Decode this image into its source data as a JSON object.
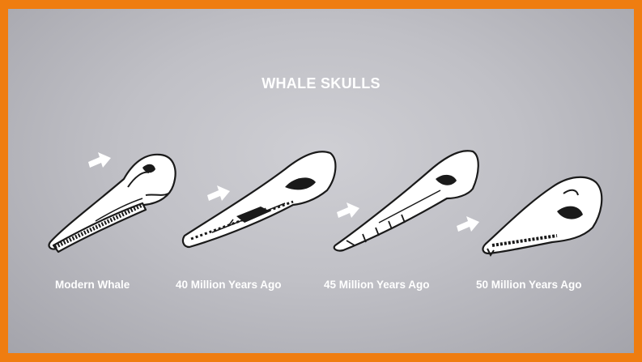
{
  "title": "WHALE SKULLS",
  "skulls": [
    {
      "label": "Modern Whale",
      "arrow_icon": "white-arrow-icon"
    },
    {
      "label": "40 Million Years Ago",
      "arrow_icon": "white-arrow-icon"
    },
    {
      "label": "45 Million Years Ago",
      "arrow_icon": "white-arrow-icon"
    },
    {
      "label": "50 Million Years Ago",
      "arrow_icon": "white-arrow-icon"
    }
  ],
  "colors": {
    "frame": "#ef7d10",
    "background": "#c6c6cb",
    "ink": "#1a1a1a",
    "text": "#ffffff"
  }
}
